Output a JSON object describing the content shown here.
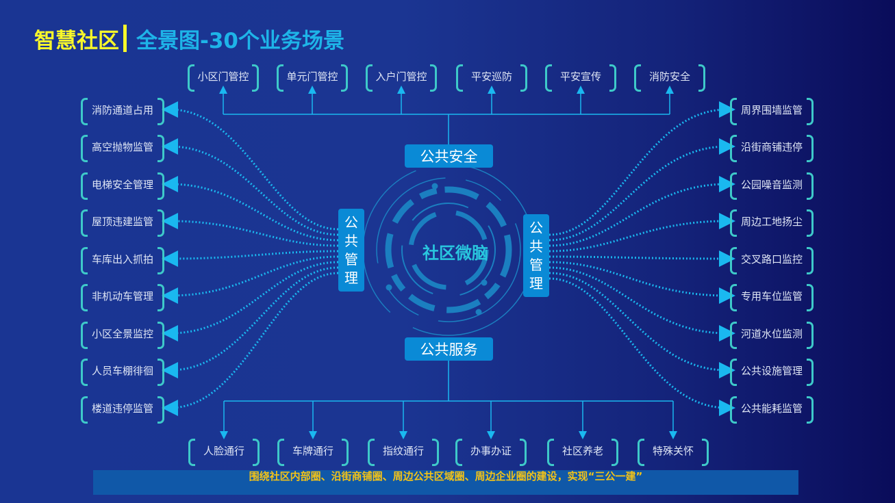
{
  "title": {
    "main": "智慧社区",
    "sub": "全景图-30个业务场景"
  },
  "center": "社区微脑",
  "categories": {
    "safety": "公共安全",
    "service": "公共服务",
    "mgmt_left": [
      "公",
      "共",
      "管",
      "理"
    ],
    "mgmt_right": [
      "公",
      "共",
      "管",
      "理"
    ]
  },
  "top_items": [
    "小区门管控",
    "单元门管控",
    "入户门管控",
    "平安巡防",
    "平安宣传",
    "消防安全"
  ],
  "bottom_items": [
    "人脸通行",
    "车牌通行",
    "指纹通行",
    "办事办证",
    "社区养老",
    "特殊关怀"
  ],
  "left_items": [
    "消防通道占用",
    "高空抛物监管",
    "电梯安全管理",
    "屋顶违建监管",
    "车库出入抓拍",
    "非机动车管理",
    "小区全景监控",
    "人员车棚徘徊",
    "楼道违停监管"
  ],
  "right_items": [
    "周界围墙监管",
    "沿街商铺违停",
    "公园噪音监测",
    "周边工地扬尘",
    "交叉路口监控",
    "专用车位监管",
    "河道水位监测",
    "公共设施管理",
    "公共能耗监管"
  ],
  "banner": "围绕社区内部圈、沿街商铺圈、周边公共区域圈、周边企业圈的建设，实现“三公一建”",
  "colors": {
    "accent": "#1eb4e8",
    "title": "#f7f72a",
    "box": "#0a8ad6",
    "dots": "#1ab8f0"
  }
}
